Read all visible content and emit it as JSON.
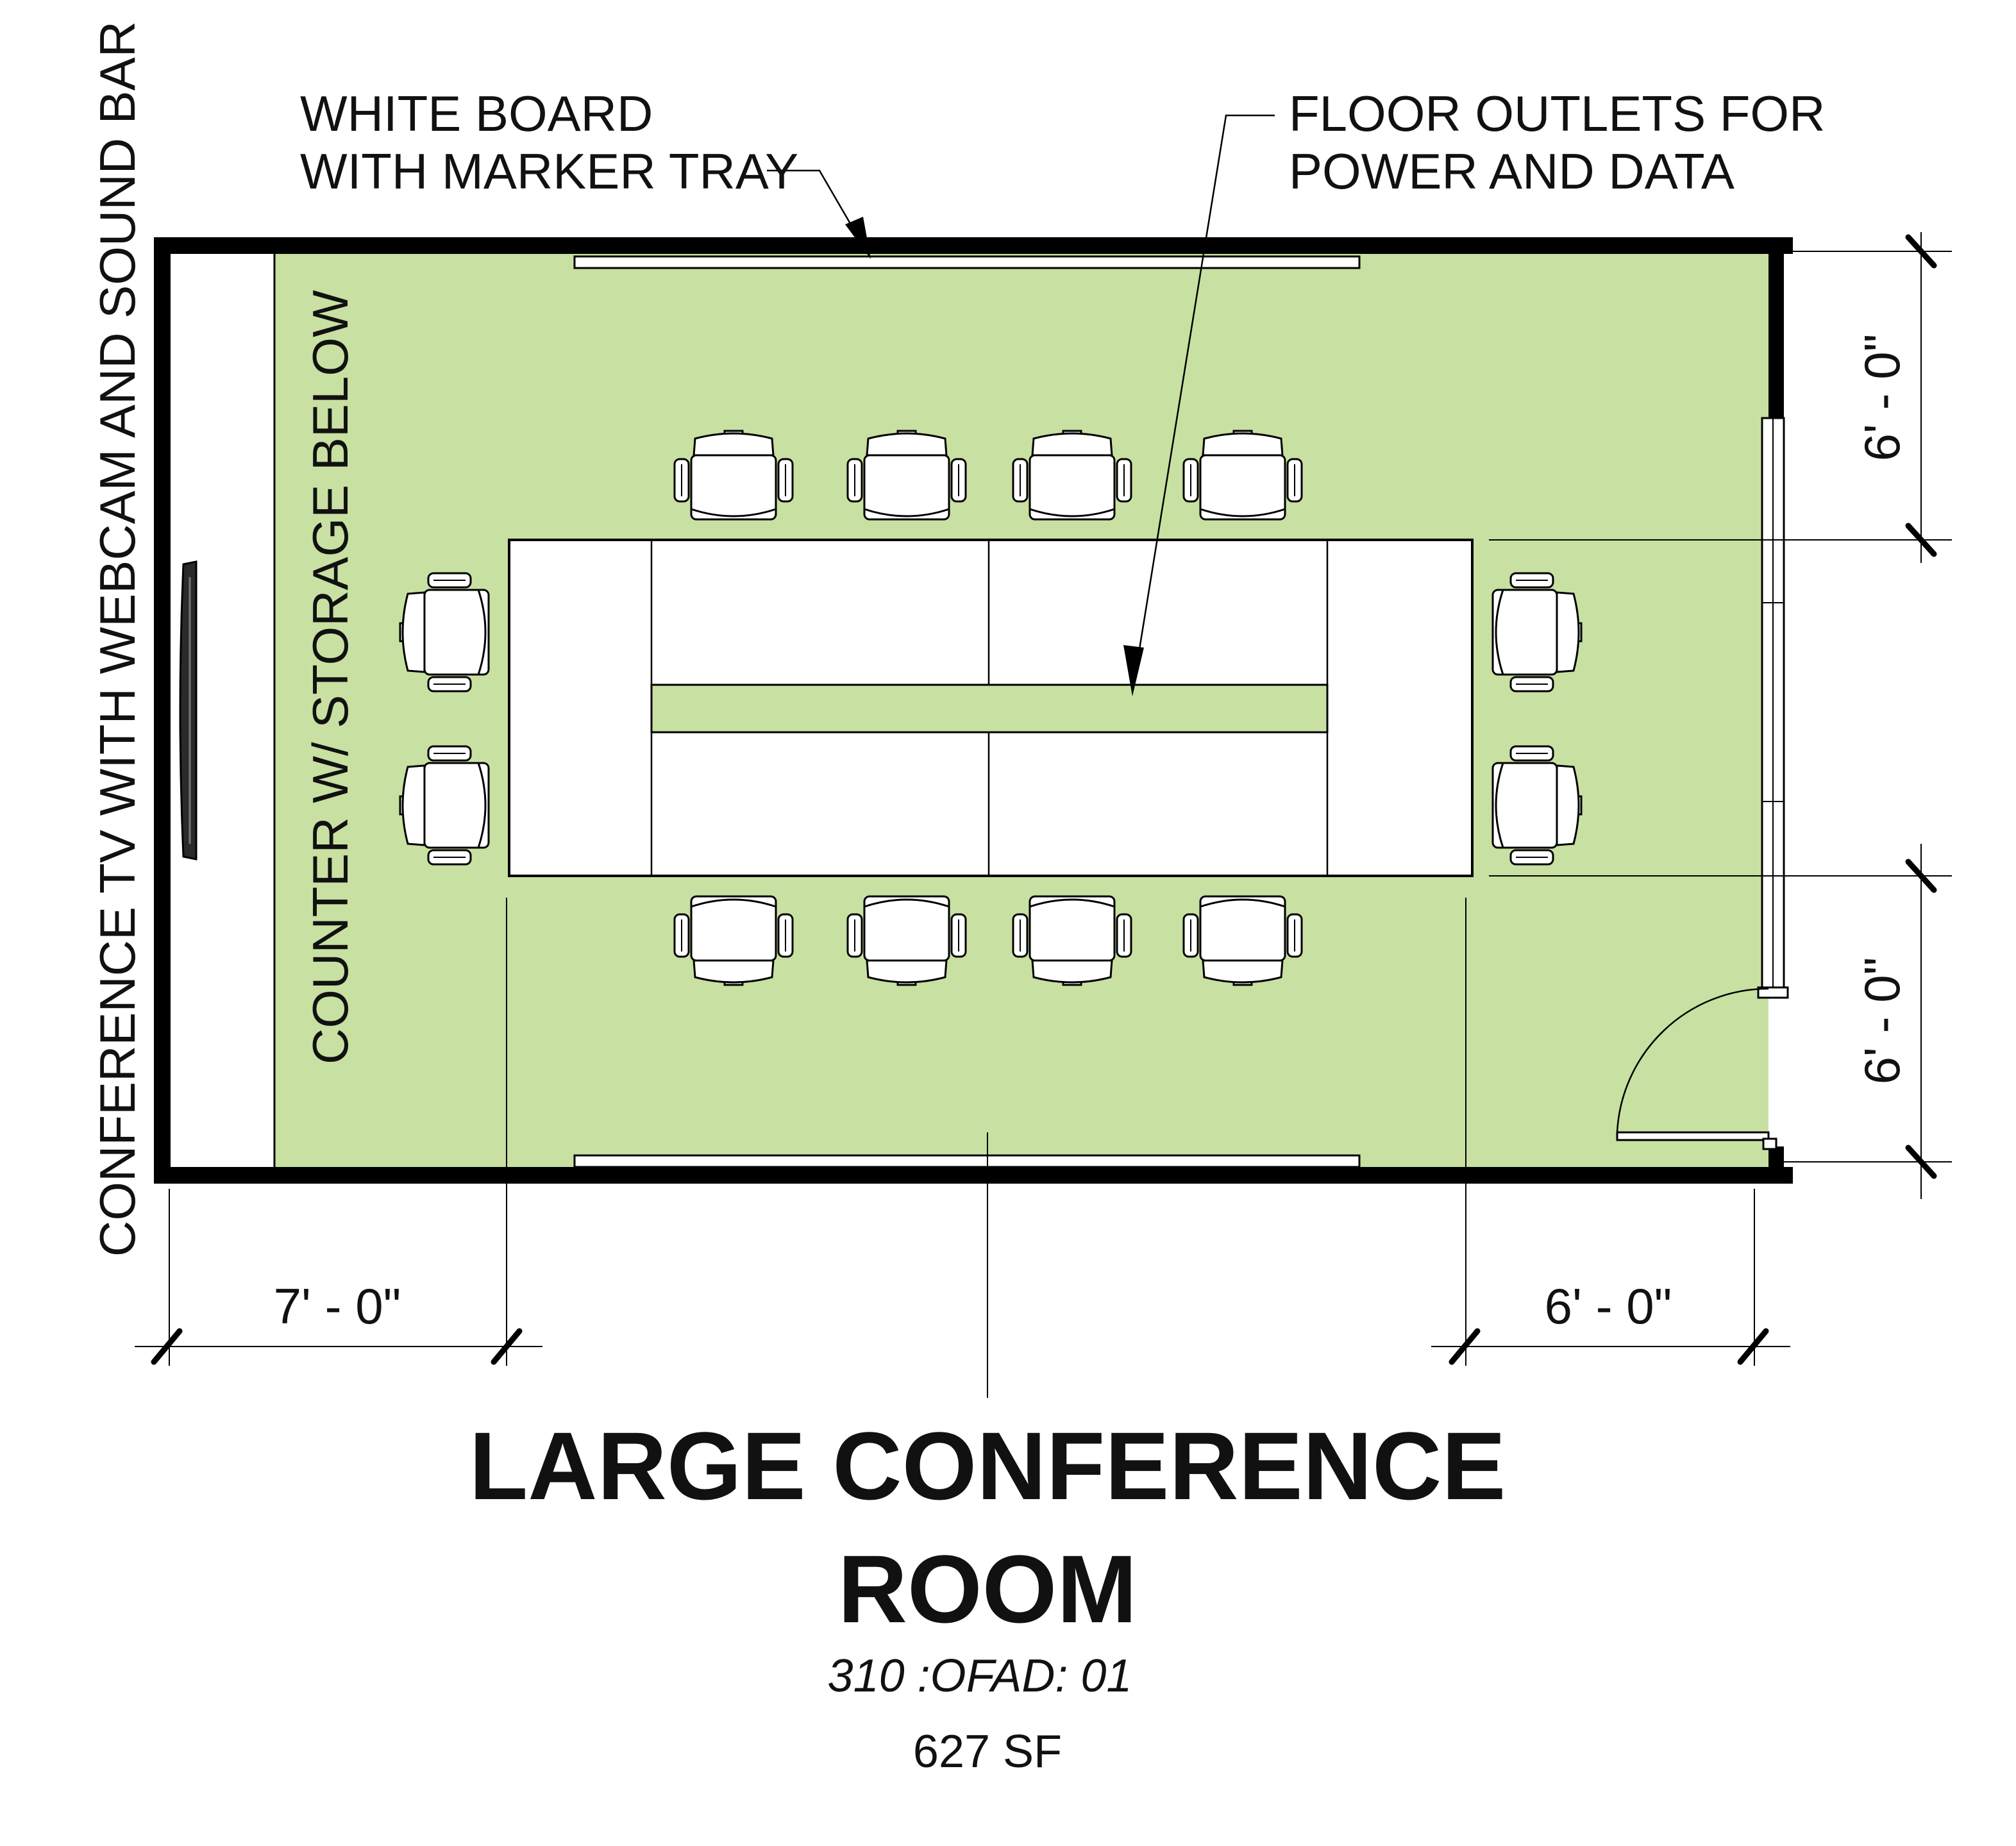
{
  "room": {
    "title_line1": "LARGE CONFERENCE",
    "title_line2": "ROOM",
    "code": "310 :OFAD: 01",
    "area": "627 SF"
  },
  "labels": {
    "whiteboard_line1": "WHITE BOARD",
    "whiteboard_line2": "WITH MARKER TRAY",
    "outlets_line1": "FLOOR OUTLETS FOR",
    "outlets_line2": "POWER AND DATA",
    "tv": "CONFERENCE TV WITH WEBCAM AND SOUND BAR",
    "counter": "COUNTER W/ STORAGE BELOW"
  },
  "dimensions": {
    "bottom_left": "7' - 0\"",
    "bottom_right": "6' - 0\"",
    "right_top": "6' - 0\"",
    "right_bottom": "6' - 0\""
  },
  "colors": {
    "floor_fill": "#c8e0a2",
    "wall": "#000000",
    "furniture": "#ffffff"
  },
  "furniture": {
    "chair_count": 12,
    "table_modules": 6
  }
}
